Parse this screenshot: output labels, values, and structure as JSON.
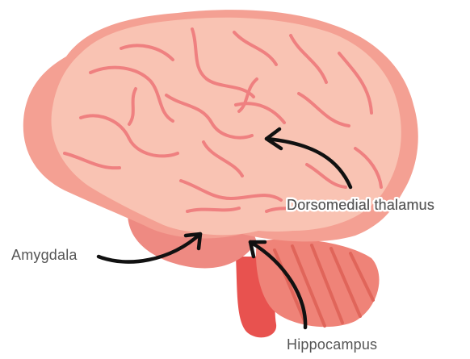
{
  "labels": {
    "dorsomedial_thalamus": "Dorsomedial thalamus",
    "amygdala": "Amygdala",
    "hippocampus": "Hippocampus"
  },
  "colors": {
    "cortex_light": "#f9c3b3",
    "cortex_shadow": "#f4a093",
    "cortex_outline": "#ec8f88",
    "vein": "#ef8080",
    "cerebellum": "#ef8378",
    "cerebellum_stripe": "#e0655a",
    "brainstem": "#e8524f",
    "arrow": "#111111",
    "label": "#555555"
  },
  "icons": {
    "brain": "brain-illustration"
  }
}
